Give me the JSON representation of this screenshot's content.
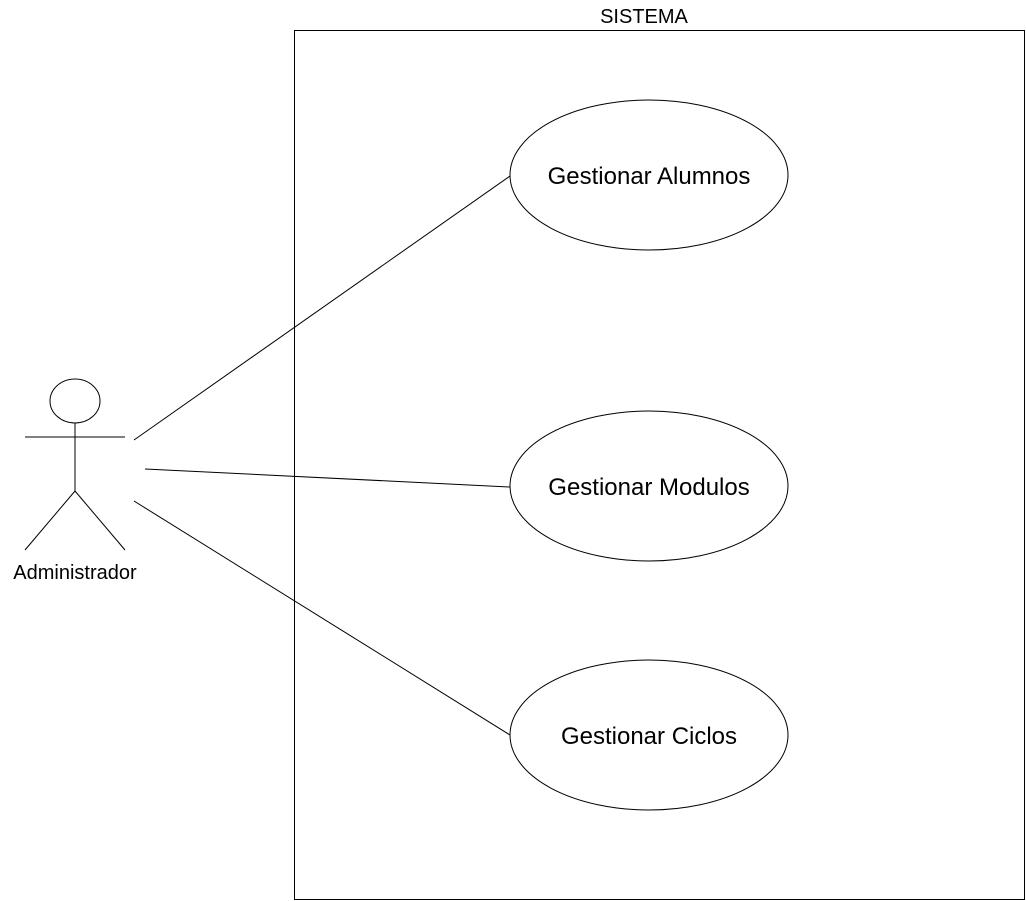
{
  "diagram": {
    "type": "use-case",
    "system": {
      "label": "SISTEMA"
    },
    "actor": {
      "label": "Administrador"
    },
    "use_cases": [
      {
        "label": "Gestionar Alumnos"
      },
      {
        "label": "Gestionar Modulos"
      },
      {
        "label": "Gestionar Ciclos"
      }
    ],
    "associations": [
      {
        "from": "Administrador",
        "to": "Gestionar Alumnos"
      },
      {
        "from": "Administrador",
        "to": "Gestionar Modulos"
      },
      {
        "from": "Administrador",
        "to": "Gestionar Ciclos"
      }
    ],
    "stroke_color": "#000000",
    "fill_color": "#ffffff"
  }
}
